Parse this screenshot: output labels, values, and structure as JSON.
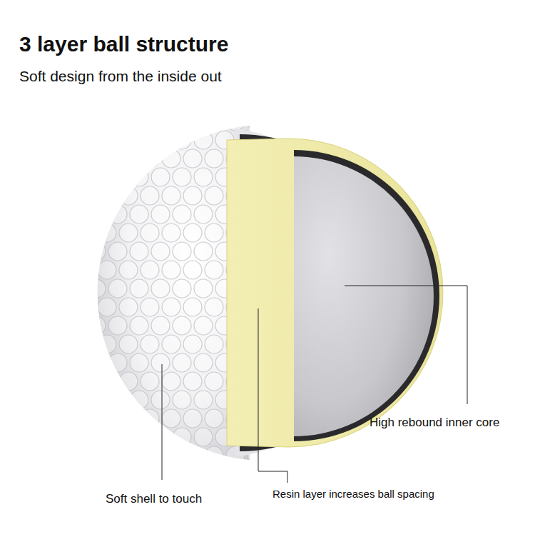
{
  "diagram": {
    "title": "3 layer ball structure",
    "labels": [
      "Soft design from the inside out",
      "High rebound inner core",
      "Resin layer increases ball spacing",
      "Soft shell to touch"
    ]
  }
}
